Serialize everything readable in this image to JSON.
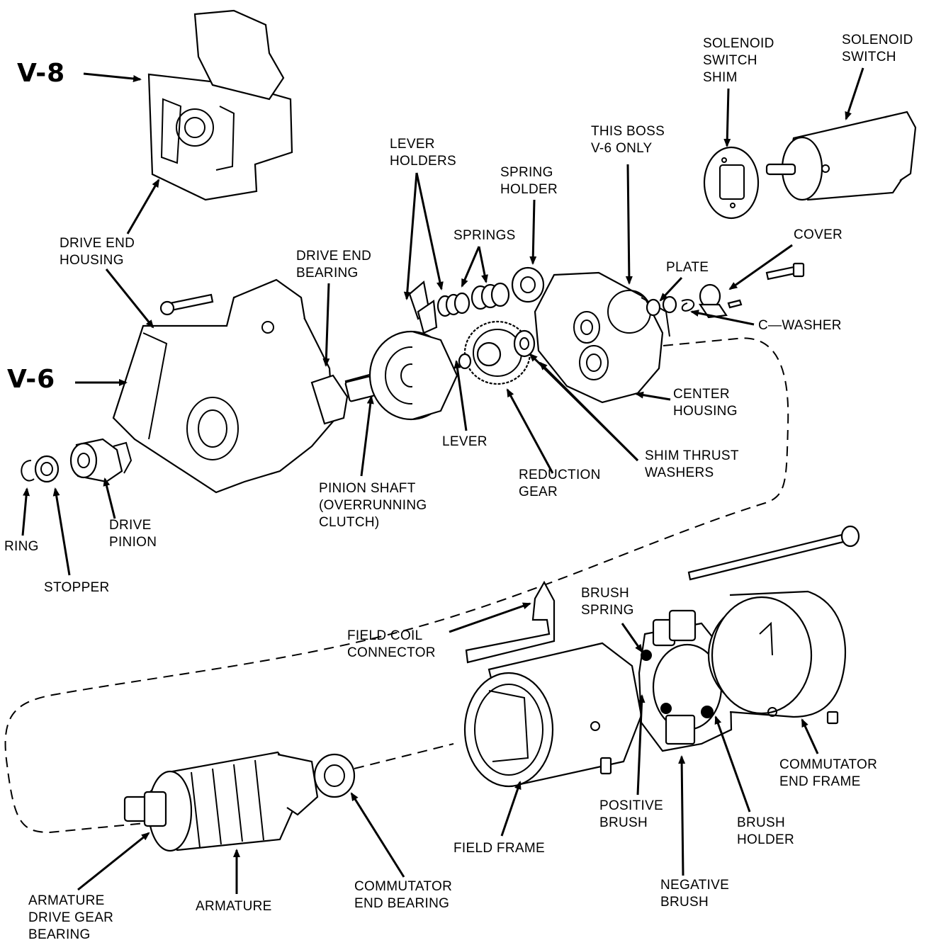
{
  "labels": {
    "v8": "V-8",
    "v6": "V-6",
    "solenoid_switch_shim": [
      "SOLENOID",
      "SWITCH",
      "SHIM"
    ],
    "solenoid_switch": [
      "SOLENOID",
      "SWITCH"
    ],
    "this_boss": [
      "THIS BOSS",
      "V-6 ONLY"
    ],
    "lever_holders": [
      "LEVER",
      "HOLDERS"
    ],
    "spring_holder": [
      "SPRING",
      "HOLDER"
    ],
    "springs": "SPRINGS",
    "cover": "COVER",
    "plate": "PLATE",
    "c_washer": "C—WASHER",
    "drive_end_housing": [
      "DRIVE END",
      "HOUSING"
    ],
    "drive_end_bearing": [
      "DRIVE END",
      "BEARING"
    ],
    "center_housing": [
      "CENTER",
      "HOUSING"
    ],
    "lever": "LEVER",
    "shim_thrust_washers": [
      "SHIM THRUST",
      "WASHERS"
    ],
    "reduction_gear": [
      "REDUCTION",
      "GEAR"
    ],
    "pinion_shaft": [
      "PINION SHAFT",
      "(OVERRUNNING",
      "CLUTCH)"
    ],
    "drive_pinion": [
      "DRIVE",
      "PINION"
    ],
    "ring": "RING",
    "stopper": "STOPPER",
    "brush_spring": [
      "BRUSH",
      "SPRING"
    ],
    "field_coil_connector": [
      "FIELD COIL",
      "CONNECTOR"
    ],
    "commutator_end_frame": [
      "COMMUTATOR",
      "END FRAME"
    ],
    "positive_brush": [
      "POSITIVE",
      "BRUSH"
    ],
    "brush_holder": [
      "BRUSH",
      "HOLDER"
    ],
    "field_frame": "FIELD FRAME",
    "negative_brush": [
      "NEGATIVE",
      "BRUSH"
    ],
    "commutator_end_bearing": [
      "COMMUTATOR",
      "END BEARING"
    ],
    "armature": "ARMATURE",
    "armature_drive_gear_bearing": [
      "ARMATURE",
      "DRIVE GEAR",
      "BEARING"
    ]
  }
}
